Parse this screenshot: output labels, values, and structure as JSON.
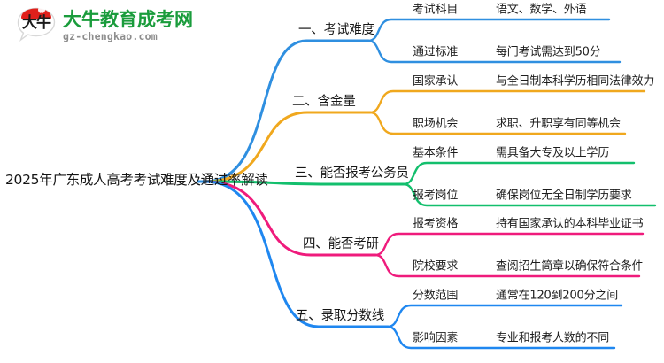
{
  "logo": {
    "mark_text": "大牛",
    "name_cn": "大牛教育成考网",
    "name_en": "gz-chengkao.com",
    "colors": {
      "mark": "#e0201b",
      "name_cn": "#1a9c3c",
      "name_en": "#8d8d8d"
    }
  },
  "root": {
    "title": "2025年广东成人高考考试难度及通过率解读"
  },
  "branches": [
    {
      "label": "一、考试难度",
      "color": "#2f8fe0",
      "children": [
        {
          "key": "考试科目",
          "value": "语文、数学、外语"
        },
        {
          "key": "通过标准",
          "value": "每门考试需达到50分"
        }
      ]
    },
    {
      "label": "二、含金量",
      "color": "#f0a81e",
      "children": [
        {
          "key": "国家承认",
          "value": "与全日制本科学历相同法律效力"
        },
        {
          "key": "职场机会",
          "value": "求职、升职享有同等机会"
        }
      ]
    },
    {
      "label": "三、能否报考公务员",
      "color": "#13bf6d",
      "children": [
        {
          "key": "基本条件",
          "value": "需具备大专及以上学历"
        },
        {
          "key": "报考岗位",
          "value": "确保岗位无全日制学历要求"
        }
      ]
    },
    {
      "label": "四、能否考研",
      "color": "#ef1b7c",
      "children": [
        {
          "key": "报考资格",
          "value": "持有国家承认的本科毕业证书"
        },
        {
          "key": "院校要求",
          "value": "查阅招生简章以确保符合条件"
        }
      ]
    },
    {
      "label": "五、录取分数线",
      "color": "#1f87f0",
      "children": [
        {
          "key": "分数范围",
          "value": "通常在120到200分之间"
        },
        {
          "key": "影响因素",
          "value": "专业和报考人数的不同"
        }
      ]
    }
  ]
}
